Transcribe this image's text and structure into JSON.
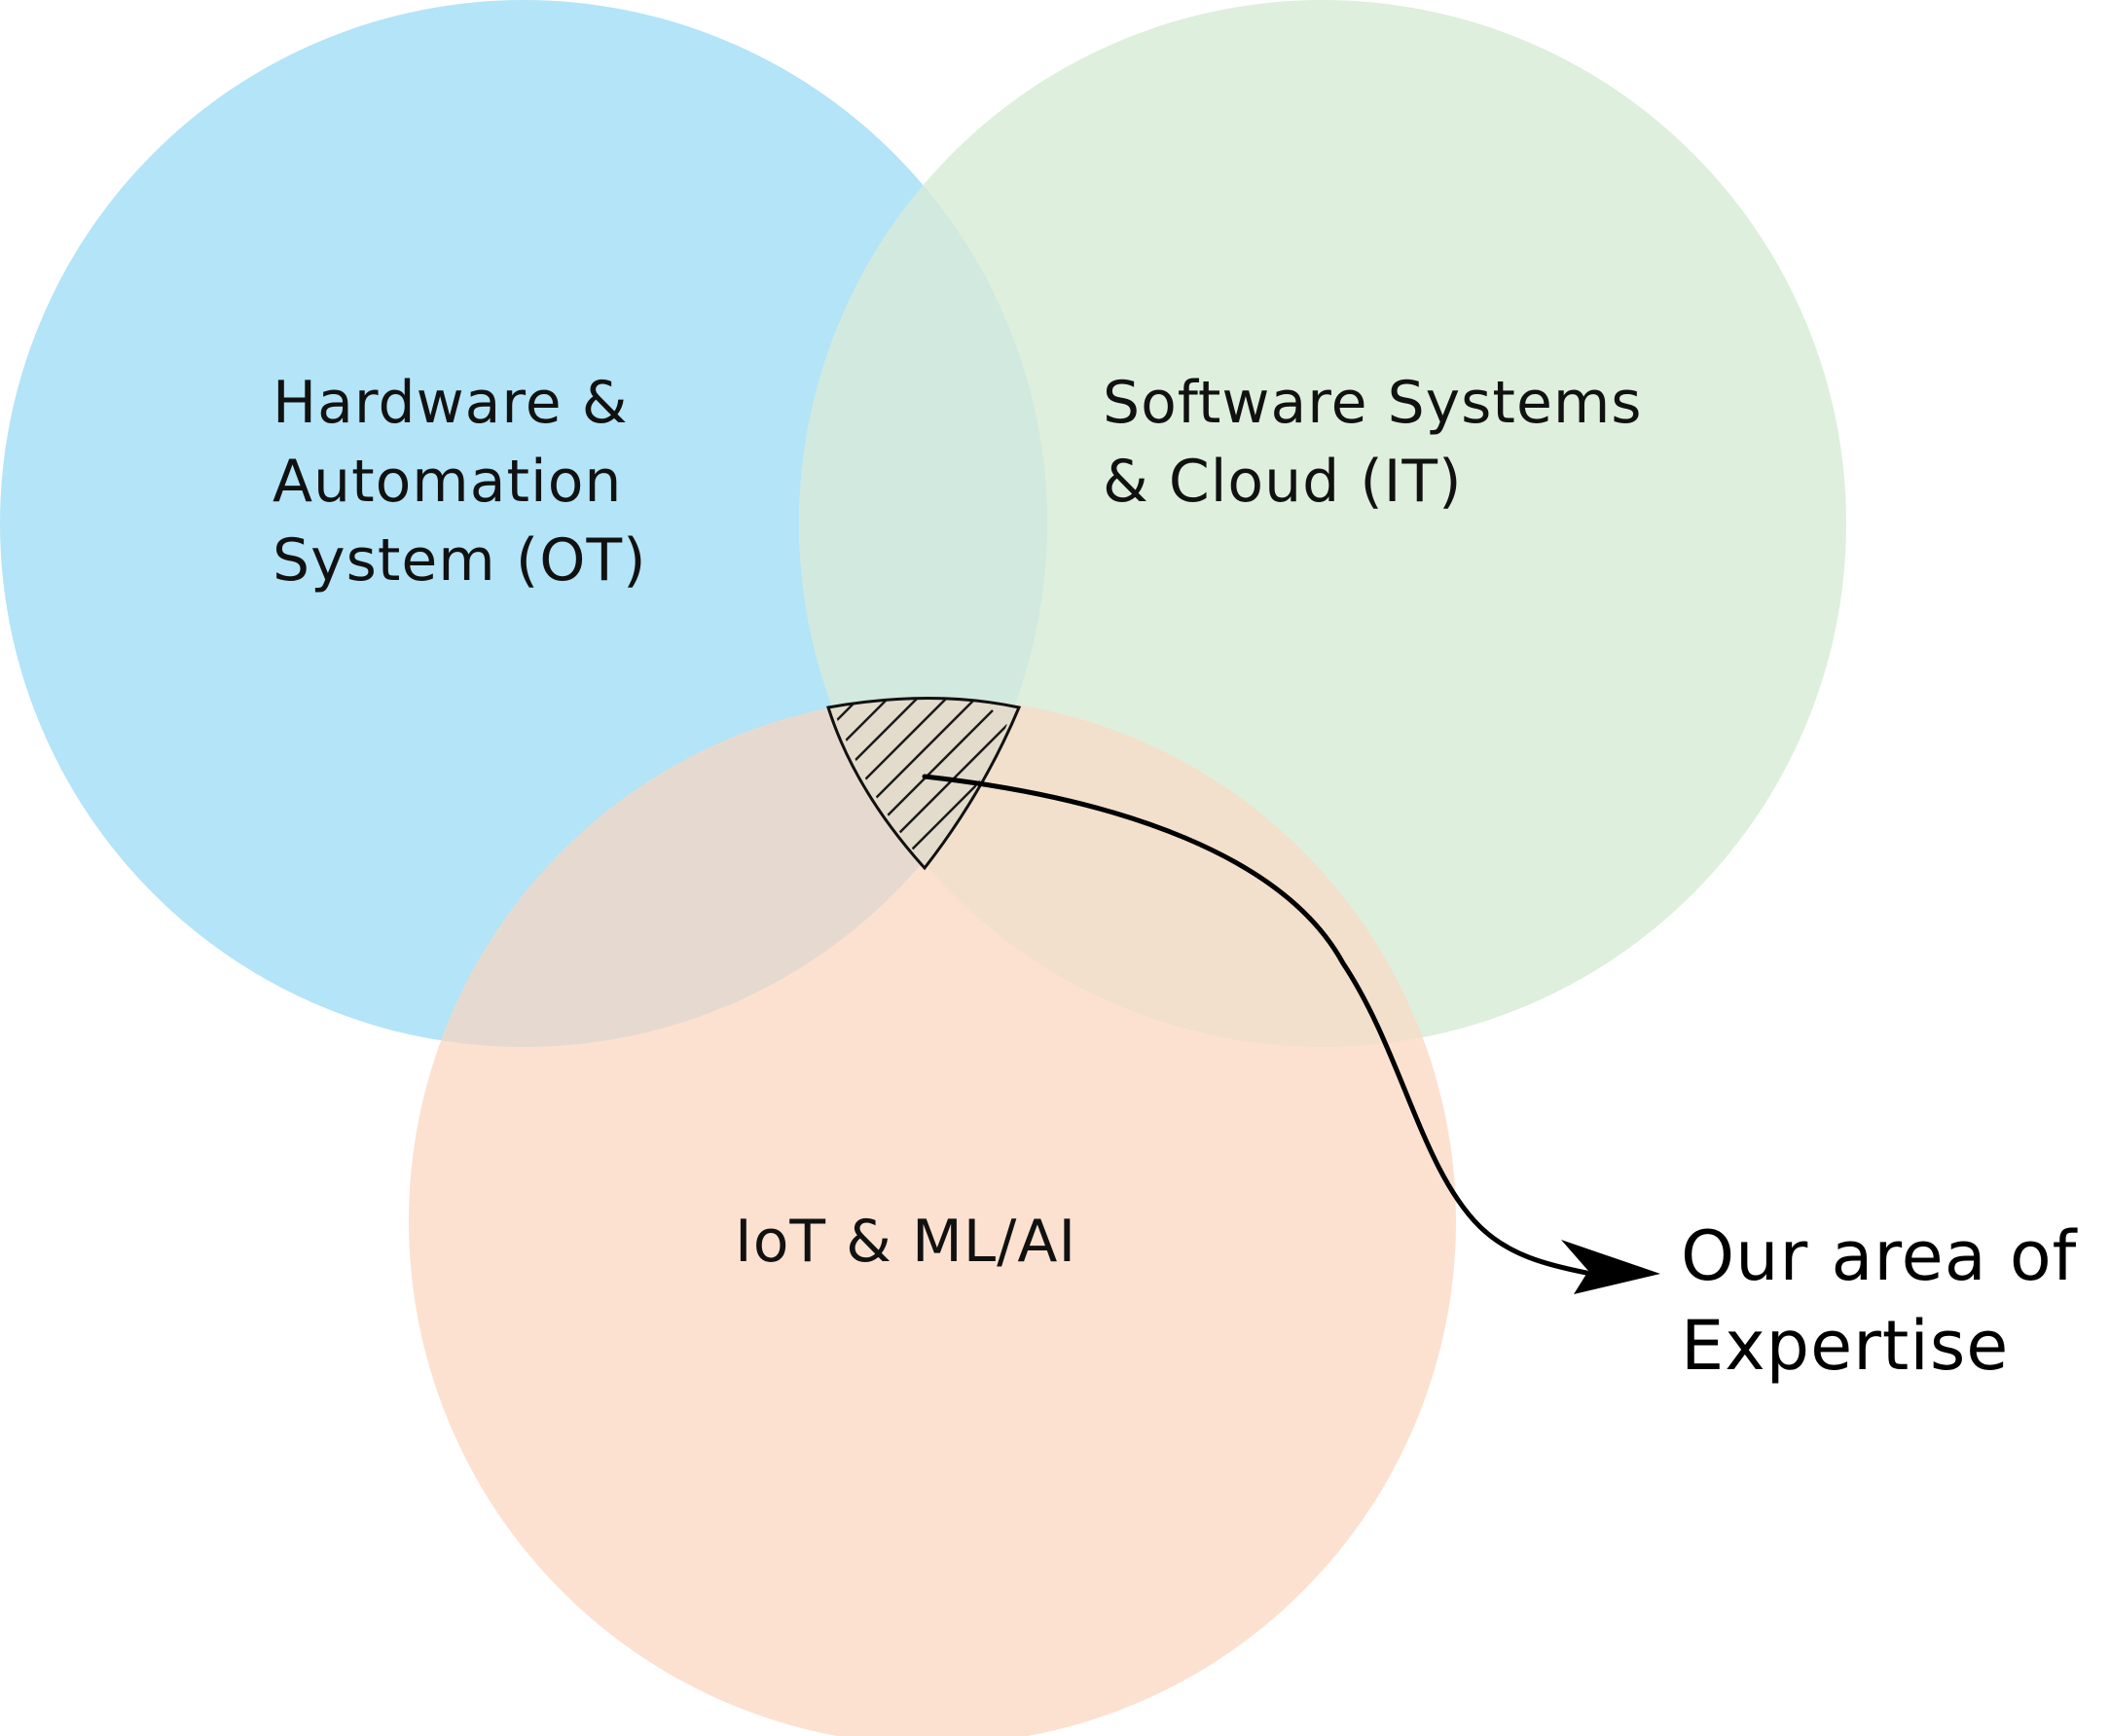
{
  "diagram": {
    "type": "venn",
    "sets": [
      {
        "id": "ot",
        "lines": [
          "Hardware &",
          "Automation",
          "System (OT)"
        ],
        "color": "#B3E4F7"
      },
      {
        "id": "it",
        "lines": [
          "Software Systems",
          "& Cloud (IT)"
        ],
        "color": "#DEEFDD"
      },
      {
        "id": "iot",
        "lines": [
          "IoT & ML/AI"
        ],
        "color": "#FCE1D1"
      }
    ],
    "highlight": {
      "region": "intersection of all three sets",
      "pattern": "diagonal-hatch"
    },
    "callout": {
      "lines": [
        "Our area of",
        "Expertise"
      ]
    }
  }
}
